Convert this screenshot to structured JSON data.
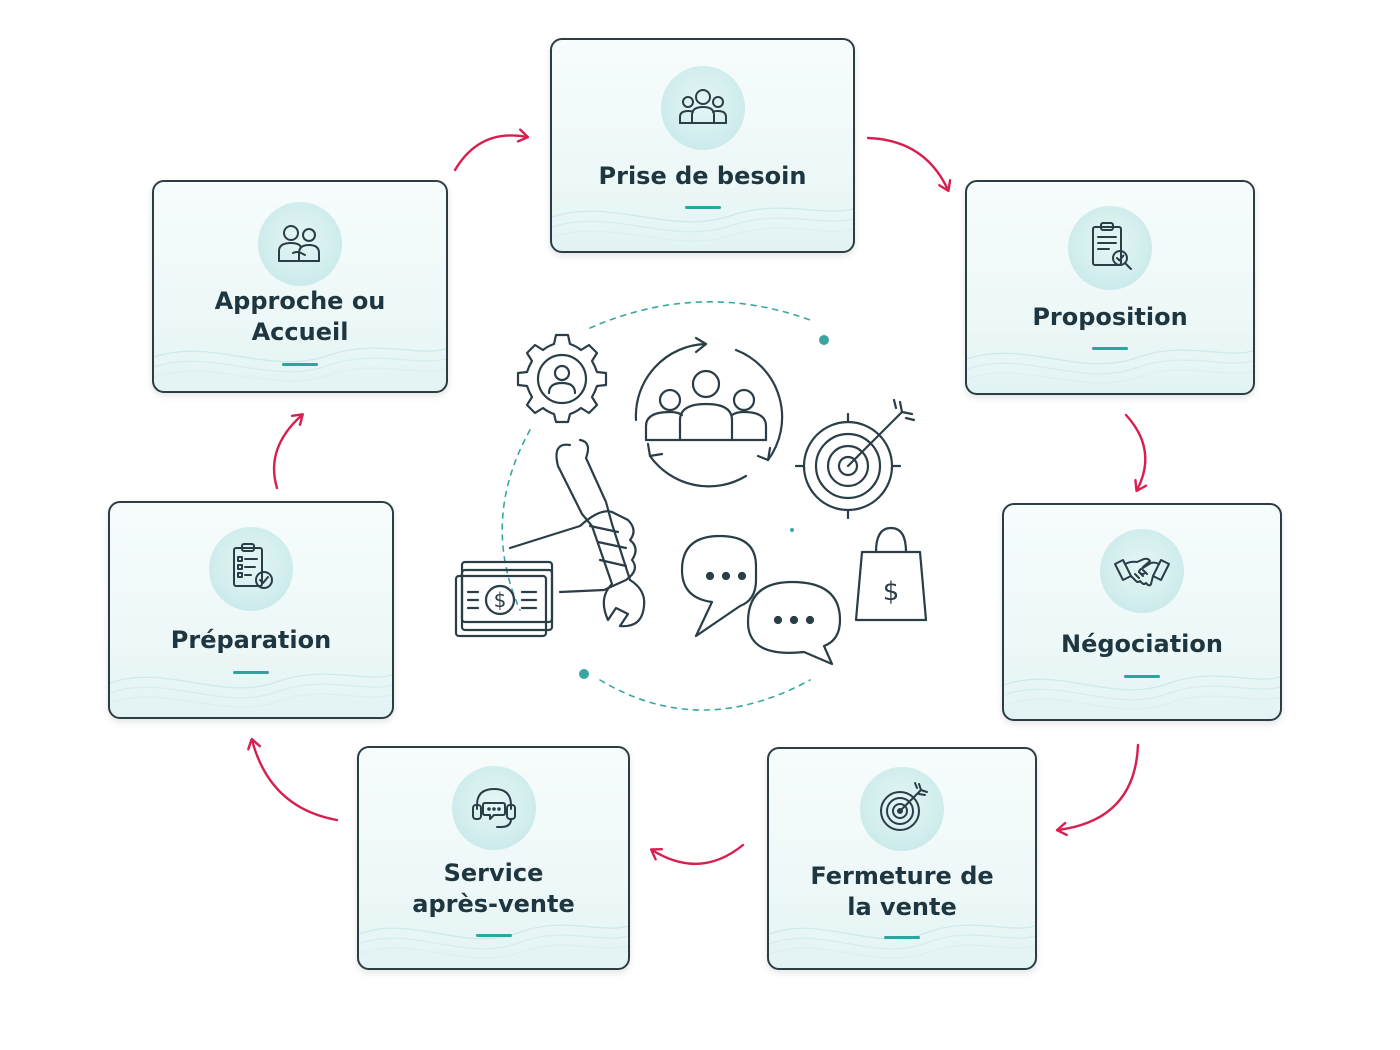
{
  "colors": {
    "arrow": "#d81f4f",
    "card_border": "#2d3d43",
    "accent_underline": "#2aa5a0",
    "icon_stroke": "#2a3e47",
    "dot": "#3aa6a0"
  },
  "stages": [
    {
      "id": "prise",
      "label": "Prise de besoin",
      "icon": "group-icon"
    },
    {
      "id": "proposition",
      "label": "Proposition",
      "icon": "clipboard-search-icon"
    },
    {
      "id": "negociation",
      "label": "Négociation",
      "icon": "handshake-icon"
    },
    {
      "id": "fermeture",
      "label": "Fermeture de la vente",
      "icon": "target-icon"
    },
    {
      "id": "service",
      "label": "Service après-vente",
      "icon": "headset-icon"
    },
    {
      "id": "preparation",
      "label": "Préparation",
      "icon": "checklist-icon"
    },
    {
      "id": "approche",
      "label": "Approche ou Accueil",
      "icon": "two-people-icon"
    }
  ],
  "hub": {
    "icons": [
      "gear-person-icon",
      "team-cycle-icon",
      "target-arrow-icon",
      "wrench-hand-icon",
      "money-icon",
      "chat-bubbles-icon",
      "shopping-bag-icon"
    ]
  }
}
